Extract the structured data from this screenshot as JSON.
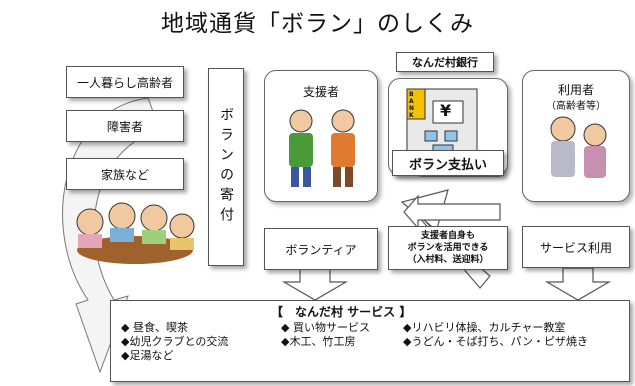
{
  "title": "地域通貨「ボラン」のしくみ",
  "donors": [
    "一人暮らし高齢者",
    "障害者",
    "家族など"
  ],
  "donation_label": "ボランの寄付",
  "supporter_label": "支援者",
  "bank_label": "なんだ村銀行",
  "bank_sign": "BANK",
  "bank_symbol": "¥",
  "payment_label": "ボラン支払い",
  "user_label": "利用者",
  "user_sub": "（高齢者等）",
  "volunteer_label": "ボランティア",
  "supporter_note": [
    "支援者自身も",
    "ボランを活用できる",
    "（入村料、送迎料）"
  ],
  "service_use_label": "サービス利用",
  "services_title": "【　なんだ村 サービス 】",
  "services_col1": [
    "◆ 昼食、喫茶",
    "◆幼児クラブとの交流",
    "◆足湯など"
  ],
  "services_col2": [
    "◆ 買い物サービス",
    "◆木工、竹工房"
  ],
  "services_col3": [
    "◆リハビリ体操、カルチャー教室",
    "◆うどん・そば打ち、パン・ピザ焼き"
  ]
}
